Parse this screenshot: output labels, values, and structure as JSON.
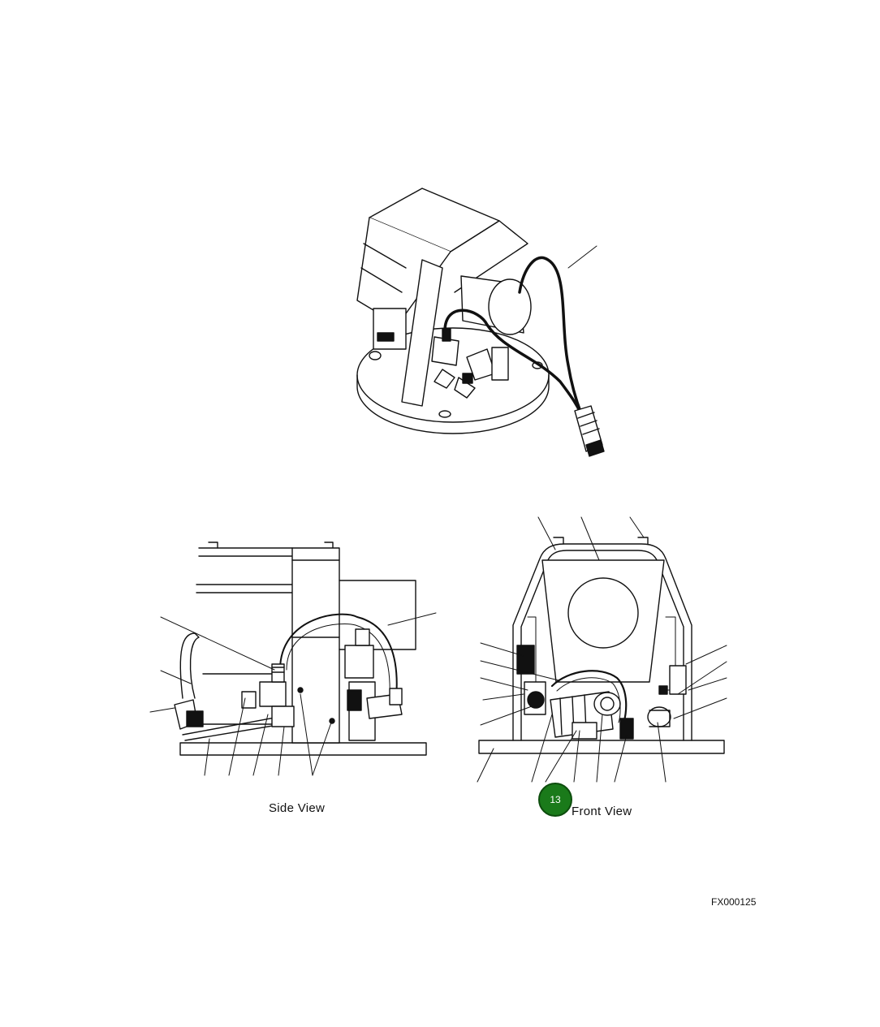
{
  "views": {
    "side_caption": "Side View",
    "front_caption": "Front View"
  },
  "figure": {
    "id": "FX000125"
  },
  "callout": {
    "label": "13",
    "color": "#1a7a1a",
    "border_color": "#0d4d0d"
  },
  "colors": {
    "line": "#111111",
    "background": "#ffffff"
  }
}
